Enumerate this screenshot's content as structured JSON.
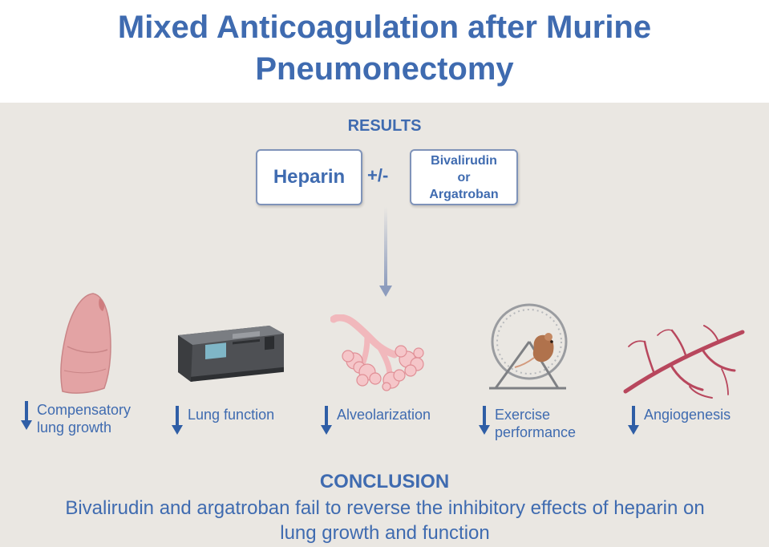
{
  "title": "Mixed Anticoagulation after Murine Pneumonectomy",
  "results": {
    "heading": "RESULTS",
    "treatment_primary": "Heparin",
    "combinator": "+/-",
    "treatment_alternative": "Bivalirudin or Argatroban"
  },
  "outcomes": [
    {
      "label": "Compensatory\nlung growth",
      "icon": "lung-icon",
      "direction": "decreased"
    },
    {
      "label": "Lung function",
      "icon": "lung-function-analyzer-icon",
      "direction": "decreased"
    },
    {
      "label": "Alveolarization",
      "icon": "alveoli-icon",
      "direction": "decreased"
    },
    {
      "label": "Exercise\nperformance",
      "icon": "mouse-exercise-wheel-icon",
      "direction": "decreased"
    },
    {
      "label": "Angiogenesis",
      "icon": "blood-vessels-icon",
      "direction": "decreased"
    }
  ],
  "conclusion": {
    "heading": "CONCLUSION",
    "text": "Bivalirudin and argatroban fail to reverse the inhibitory effects of heparin on lung growth and function"
  },
  "colors": {
    "text_blue": "#3f6bb0",
    "panel_bg": "#eae7e2",
    "box_border": "#7f93b9",
    "arrow_grey": "#8d9cbd",
    "lung_pink": "#e3a3a4",
    "vessel_red": "#b8475d"
  }
}
